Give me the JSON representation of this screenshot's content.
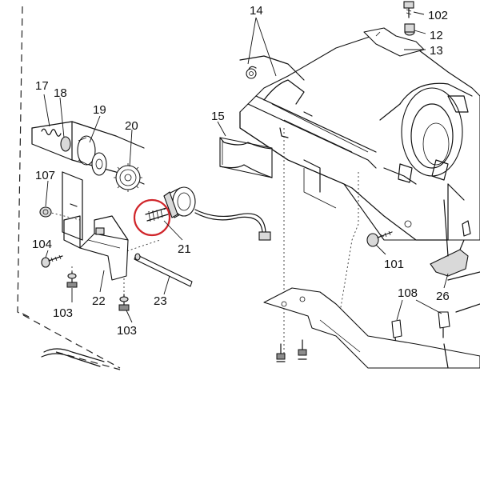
{
  "labels": {
    "l14": "14",
    "l102": "102",
    "l12": "12",
    "l13": "13",
    "l17": "17",
    "l18": "18",
    "l19": "19",
    "l20": "20",
    "l15": "15",
    "l107": "107",
    "l104": "104",
    "l21": "21",
    "l22": "22",
    "l23": "23",
    "l103a": "103",
    "l103b": "103",
    "l101": "101",
    "l26": "26",
    "l108": "108"
  },
  "highlight": {
    "target_label": "21",
    "color": "#d0262b"
  }
}
